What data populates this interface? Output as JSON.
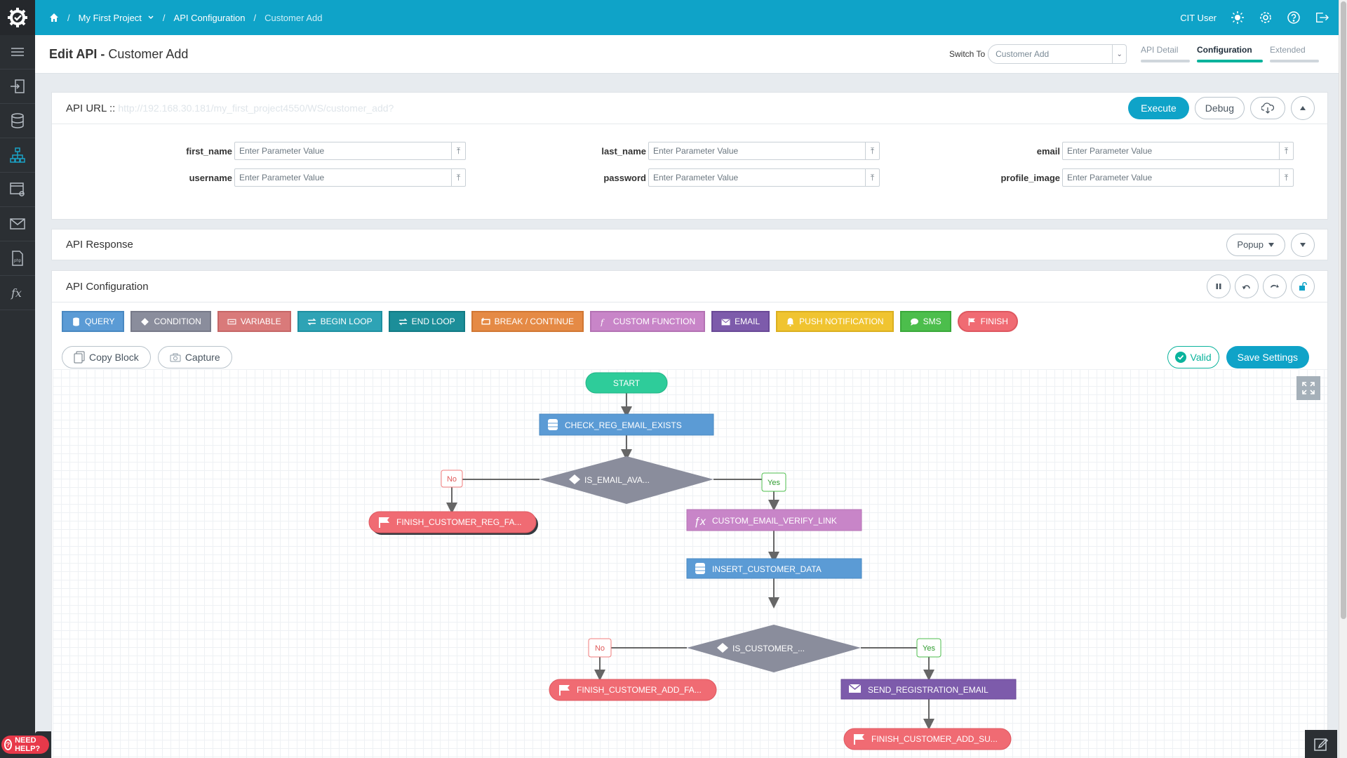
{
  "breadcrumb": {
    "project": "My First Project",
    "section": "API Configuration",
    "current": "Customer Add",
    "sep": "/"
  },
  "topbar": {
    "user": "CIT User"
  },
  "page": {
    "title_prefix": "Edit API -",
    "title_name": "Customer Add",
    "switch_label": "Switch To",
    "switch_value": "Customer Add",
    "tabs": [
      "API Detail",
      "Configuration",
      "Extended"
    ]
  },
  "url_panel": {
    "label": "API URL ::",
    "url": "http://192.168.30.181/my_first_project4550/WS/customer_add?",
    "execute": "Execute",
    "debug": "Debug",
    "params": [
      {
        "name": "first_name",
        "placeholder": "Enter Parameter Value"
      },
      {
        "name": "last_name",
        "placeholder": "Enter Parameter Value"
      },
      {
        "name": "email",
        "placeholder": "Enter Parameter Value"
      },
      {
        "name": "username",
        "placeholder": "Enter Parameter Value"
      },
      {
        "name": "password",
        "placeholder": "Enter Parameter Value"
      },
      {
        "name": "profile_image",
        "placeholder": "Enter Parameter Value"
      }
    ]
  },
  "response_panel": {
    "title": "API Response",
    "popup": "Popup"
  },
  "config_panel": {
    "title": "API Configuration",
    "tools": [
      {
        "label": "QUERY",
        "color": "#5b9bd5"
      },
      {
        "label": "CONDITION",
        "color": "#8a8d9c"
      },
      {
        "label": "VARIABLE",
        "color": "#d97a7a"
      },
      {
        "label": "BEGIN LOOP",
        "color": "#2ea3b5"
      },
      {
        "label": "END LOOP",
        "color": "#1c8e99"
      },
      {
        "label": "BREAK / CONTINUE",
        "color": "#e58a45"
      },
      {
        "label": "CUSTOM FUNCTION",
        "color": "#c885c8"
      },
      {
        "label": "EMAIL",
        "color": "#7d5bab"
      },
      {
        "label": "PUSH NOTIFICATION",
        "color": "#f0c430"
      },
      {
        "label": "SMS",
        "color": "#4cbe4c"
      },
      {
        "label": "FINISH",
        "color": "#f06b73"
      }
    ],
    "copy_block": "Copy Block",
    "capture": "Capture",
    "valid": "Valid",
    "save": "Save Settings"
  },
  "flow": {
    "start": "START",
    "check_reg": "CHECK_REG_EMAIL_EXISTS",
    "cond1": "IS_EMAIL_AVA...",
    "no": "No",
    "yes": "Yes",
    "finish_reg_fail": "FINISH_CUSTOMER_REG_FA...",
    "custom_verify": "CUSTOM_EMAIL_VERIFY_LINK",
    "insert_data": "INSERT_CUSTOMER_DATA",
    "cond2": "IS_CUSTOMER_...",
    "finish_add_fail": "FINISH_CUSTOMER_ADD_FA...",
    "send_email": "SEND_REGISTRATION_EMAIL",
    "finish_add_success": "FINISH_CUSTOMER_ADD_SU..."
  },
  "help": {
    "label": "NEED HELP?"
  }
}
